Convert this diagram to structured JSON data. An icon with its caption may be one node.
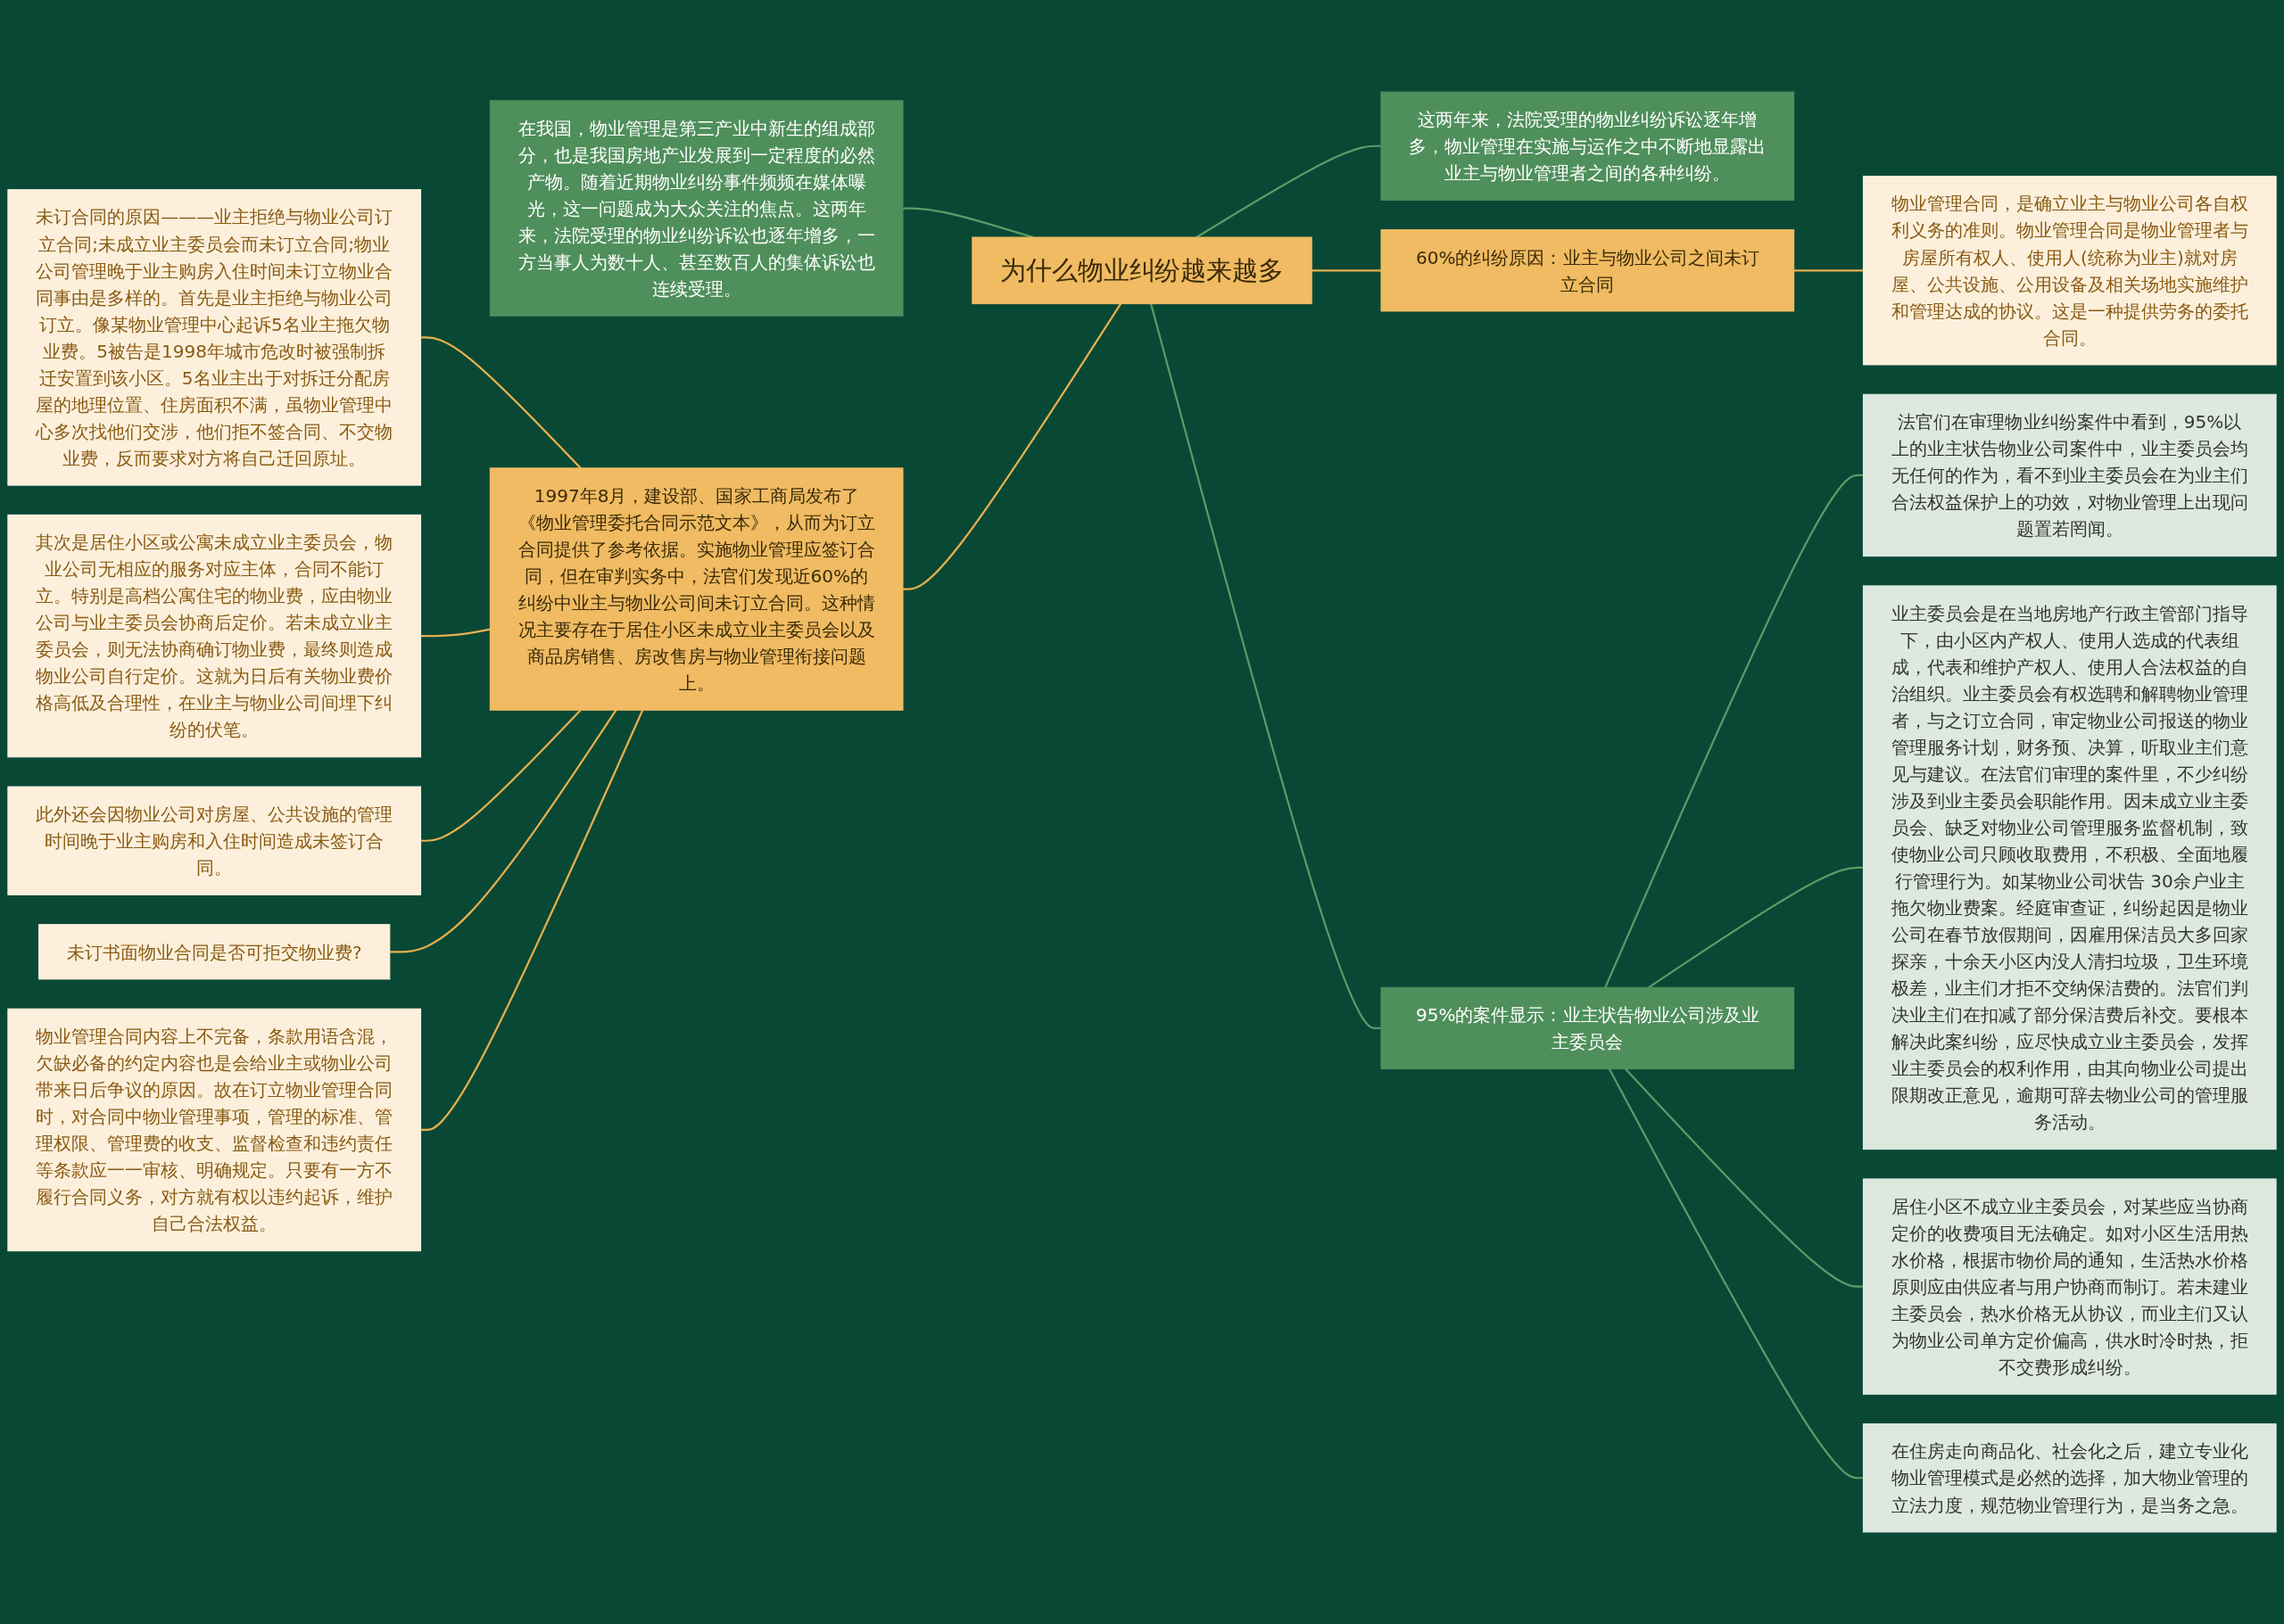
{
  "diagram": {
    "nodes": [
      {
        "text": [
          "为什么物业纠纷越来越多"
        ]
      },
      {
        "text": [
          "在我国，物业管理是第三产业中新生的组成部分，也是我国房地产业发展到一定程度的必然产物。随着近期物业纠纷事件频频在媒体曝光，这一问题成为大众关注的焦点。这两年来，法院受理的物业纠纷诉讼也逐年增多，一方当事人为数十人、甚至数百人的集体诉讼也连续受理。"
        ]
      },
      {
        "text": [
          "1997年8月，建设部、国家工商局发布了《物业管理委托合同示范文本》，从而为订立合同提供了参考依据。实施物业管理应签订合同，但在审判实务中，法官们发现近60%的纠纷中业主与物业公司间未订立合同。这种情况主要存在于居住小区未成立业主委员会以及商品房销售、房改售房与物业管理衔接问题上。"
        ]
      },
      {
        "text": [
          "未订合同的原因———业主拒绝与物业公司订立合同;未成立业主委员会而未订立合同;物业公司管理晚于业主购房入住时间未订立物业合同事由是多样的。首先是业主拒绝与物业公司订立。像某物业管理中心起诉5名业主拖欠物业费。5被告是1998年城市危改时被强制拆迁安置到该小区。5名业主出于对拆迁分配房屋的地理位置、住房面积不满，虽物业管理中心多次找他们交涉，他们拒不签合同、不交物业费，反而要求对方将自己迁回原址。"
        ]
      },
      {
        "text": [
          "其次是居住小区或公寓未成立业主委员会，物业公司无相应的服务对应主体，合同不能订立。特别是高档公寓住宅的物业费，应由物业公司与业主委员会协商后定价。若未成立业主委员会，则无法协商确订物业费，最终则造成物业公司自行定价。这就为日后有关物业费价格高低及合理性，在业主与物业公司间埋下纠纷的伏笔。"
        ]
      },
      {
        "text": [
          "此外还会因物业公司对房屋、公共设施的管理时间晚于业主购房和入住时间造成未签订合同。"
        ]
      },
      {
        "text": [
          "未订书面物业合同是否可拒交物业费?"
        ]
      },
      {
        "text": [
          "物业管理合同内容上不完备，条款用语含混，欠缺必备的约定内容也是会给业主或物业公司带来日后争议的原因。故在订立物业管理合同时，对合同中物业管理事项，管理的标准、管理权限、管理费的收支、监督检查和违约责任等条款应一一审核、明确规定。只要有一方不履行合同义务，对方就有权以违约起诉，维护自己合法权益。"
        ]
      },
      {
        "text": [
          "这两年来，法院受理的物业纠纷诉讼逐年增多，物业管理在实施与运作之中不断地显露出业主与物业管理者之间的各种纠纷。"
        ]
      },
      {
        "text": [
          "60%的纠纷原因：业主与物业公司之间未订立合同"
        ]
      },
      {
        "text": [
          "物业管理合同，是确立业主与物业公司各自权利义务的准则。物业管理合同是物业管理者与房屋所有权人、使用人(统称为业主)就对房屋、公共设施、公用设备及相关场地实施维护和管理达成的协议。这是一种提供劳务的委托合同。"
        ]
      },
      {
        "text": [
          "95%的案件显示：业主状告物业公司涉及业主委员会"
        ]
      },
      {
        "text": [
          "法官们在审理物业纠纷案件中看到，95%以上的业主状告物业公司案件中，业主委员会均无任何的作为，看不到业主委员会在为业主们合法权益保护上的功效，对物业管理上出现问题置若罔闻。"
        ]
      },
      {
        "text": [
          "业主委员会是在当地房地产行政主管部门指导下，由小区内产权人、使用人选成的代表组成，代表和维护产权人、使用人合法权益的自治组织。业主委员会有权选聘和解聘物业管理者，与之订立合同，审定物业公司报送的物业管理服务计划，财务预、决算，听取业主们意见与建议。在法官们审理的案件里，不少纠纷涉及到业主委员会职能作用。因未成立业主委员会、缺乏对物业公司管理服务监督机制，致使物业公司只顾收取费用，不积极、全面地履行管理行为。如某物业公司状告 30余户业主拖欠物业费案。经庭审查证，纠纷起因是物业公司在春节放假期间，因雇用保洁员大多回家探亲，十余天小区内没人清扫垃圾，卫生环境极差，业主们才拒不交纳保洁费的。法官们判决业主们在扣减了部分保洁费后补交。要根本解决此案纠纷，应尽快成立业主委员会，发挥业主委员会的权利作用，由其向物业公司提出限期改正意见，逾期可辞去物业公司的管理服务活动。"
        ]
      },
      {
        "text": [
          "居住小区不成立业主委员会，对某些应当协商定价的收费项目无法确定。如对小区生活用热水价格，根据市物价局的通知，生活热水价格原则应由供应者与用户协商而制订。若未建业主委员会，热水价格无从协议，而业主们又认为物业公司单方定价偏高，供水时冷时热，拒不交费形成纠纷。"
        ]
      },
      {
        "text": [
          "在住房走向商品化、社会化之后，建立专业化物业管理模式是必然的选择，加大物业管理的立法力度，规范物业管理行为，是当务之急。"
        ]
      }
    ],
    "edges": [
      {
        "from": 1,
        "to": 0,
        "arrow": "none",
        "color": "#5a9d68"
      },
      {
        "from": 2,
        "to": 0,
        "arrow": "none"
      },
      {
        "from": 3,
        "to": 2,
        "arrow": "none"
      },
      {
        "from": 4,
        "to": 2,
        "arrow": "none"
      },
      {
        "from": 5,
        "to": 2,
        "arrow": "none"
      },
      {
        "from": 6,
        "to": 2,
        "arrow": "none"
      },
      {
        "from": 7,
        "to": 2,
        "arrow": "none"
      },
      {
        "from": 0,
        "to": 8,
        "arrow": "none",
        "color": "#5a9d68"
      },
      {
        "from": 0,
        "to": 9,
        "arrow": "none"
      },
      {
        "from": 9,
        "to": 10,
        "arrow": "none"
      },
      {
        "from": 0,
        "to": 11,
        "arrow": "none",
        "color": "#5a9d68"
      },
      {
        "from": 11,
        "to": 12,
        "arrow": "none",
        "color": "#5a9d68"
      },
      {
        "from": 11,
        "to": 13,
        "arrow": "none",
        "color": "#5a9d68"
      },
      {
        "from": 11,
        "to": 14,
        "arrow": "none",
        "color": "#5a9d68"
      },
      {
        "from": 11,
        "to": 15,
        "arrow": "none",
        "color": "#5a9d68"
      }
    ]
  }
}
